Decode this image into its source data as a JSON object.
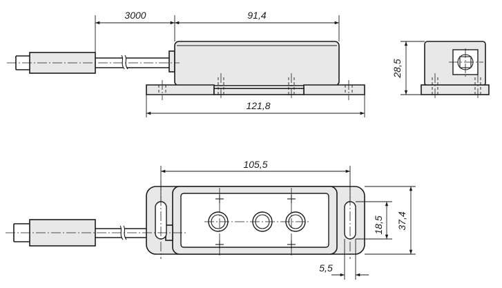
{
  "dimensions": {
    "cable_length": "3000",
    "body_length": "91,4",
    "overall_length": "121,8",
    "height": "28,5",
    "hole_spacing": "105,5",
    "slot_length": "18,5",
    "width": "37,4",
    "slot_width": "5,5"
  },
  "colors": {
    "body_fill": "#e8e8e8",
    "line": "#1a1a1a",
    "background": "#ffffff"
  }
}
